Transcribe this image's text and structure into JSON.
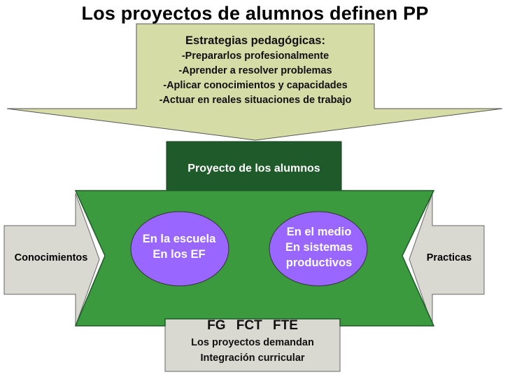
{
  "title": "Los proyectos de alumnos definen PP",
  "strategies": {
    "heading": "Estrategias pedagógicas:",
    "items": [
      "-Prepararlos profesionalmente",
      "-Aprender a resolver problemas",
      "-Aplicar conocimientos y capacidades",
      "-Actuar en reales situaciones de trabajo"
    ]
  },
  "project_label": "Proyecto de los alumnos",
  "left_arrow_label": "Conocimientos",
  "right_arrow_label": "Practicas",
  "ellipse_left": [
    "En la escuela",
    "En los EF"
  ],
  "ellipse_right": [
    "En el medio",
    "En sistemas",
    "productivos"
  ],
  "bottom": {
    "codes": "FG  FCT  FTE",
    "line1": "Los proyectos demandan",
    "line2": "Integración curricular"
  },
  "colors": {
    "top_arrow": "#d5dca6",
    "dark_green": "#1f5a2a",
    "green_body": "#3b9a3d",
    "side_arrows": "#d9d9d1",
    "ellipse": "#9966ff"
  }
}
